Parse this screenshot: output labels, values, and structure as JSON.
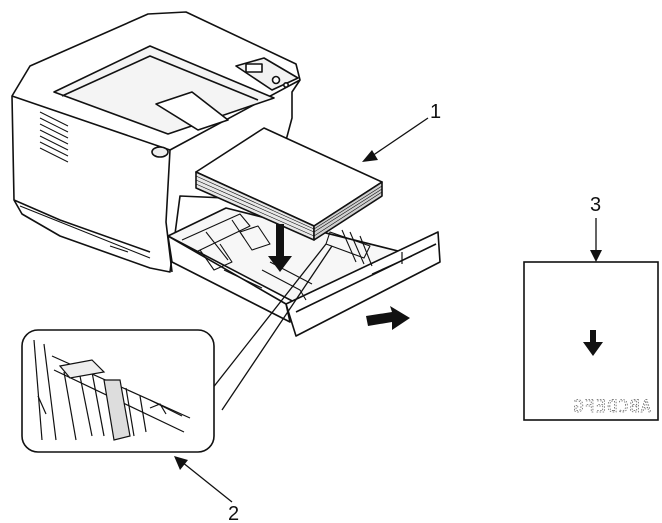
{
  "callouts": {
    "paper_stack": "1",
    "detail_inset": "2",
    "paper_orientation": "3"
  },
  "paper_sheet": {
    "mirrored_text": "ABCDEFG"
  },
  "icons": {
    "pull_direction": "arrow-icon",
    "load_direction": "arrow-down-icon",
    "orientation": "arrow-down-icon"
  },
  "colors": {
    "line": "#111111",
    "paper": "#ffffff",
    "shade": "#d9d9d9"
  }
}
